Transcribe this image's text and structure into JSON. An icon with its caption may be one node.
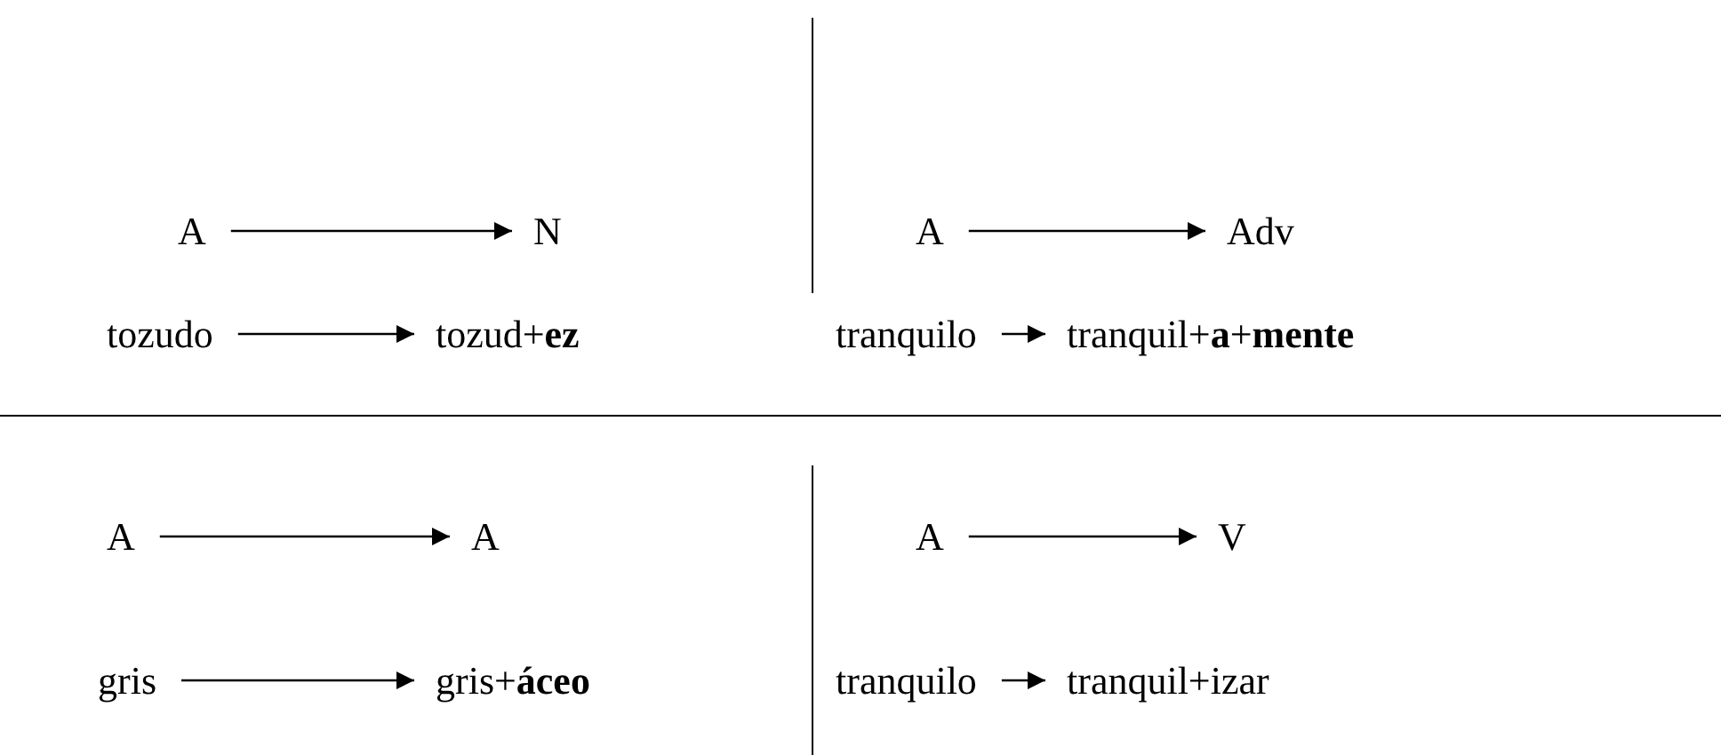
{
  "diagram": {
    "nodes": [
      {
        "text": [
          "A"
        ]
      },
      {
        "text": [
          "N"
        ]
      },
      {
        "text": [
          "tozudo"
        ]
      },
      {
        "text": [
          "tozud+**ez**"
        ]
      },
      {
        "text": [
          "A"
        ]
      },
      {
        "text": [
          "Adv"
        ]
      },
      {
        "text": [
          "tranquilo"
        ]
      },
      {
        "text": [
          "tranquil+**a**+**mente**"
        ]
      },
      {
        "text": [
          "A"
        ]
      },
      {
        "text": [
          "A"
        ]
      },
      {
        "text": [
          "gris"
        ]
      },
      {
        "text": [
          "gris+**áceo**"
        ]
      },
      {
        "text": [
          "A"
        ]
      },
      {
        "text": [
          "V"
        ]
      },
      {
        "text": [
          "tranquilo"
        ]
      },
      {
        "text": [
          "tranquil+izar"
        ]
      }
    ],
    "edges": [
      {
        "from": 0,
        "to": 1,
        "arrow": "to"
      },
      {
        "from": 2,
        "to": 3,
        "arrow": "to"
      },
      {
        "from": 4,
        "to": 5,
        "arrow": "to"
      },
      {
        "from": 6,
        "to": 7,
        "arrow": "to"
      },
      {
        "from": 8,
        "to": 9,
        "arrow": "to"
      },
      {
        "from": 10,
        "to": 11,
        "arrow": "to"
      },
      {
        "from": 12,
        "to": 13,
        "arrow": "to"
      },
      {
        "from": 14,
        "to": 15,
        "arrow": "to"
      }
    ]
  }
}
